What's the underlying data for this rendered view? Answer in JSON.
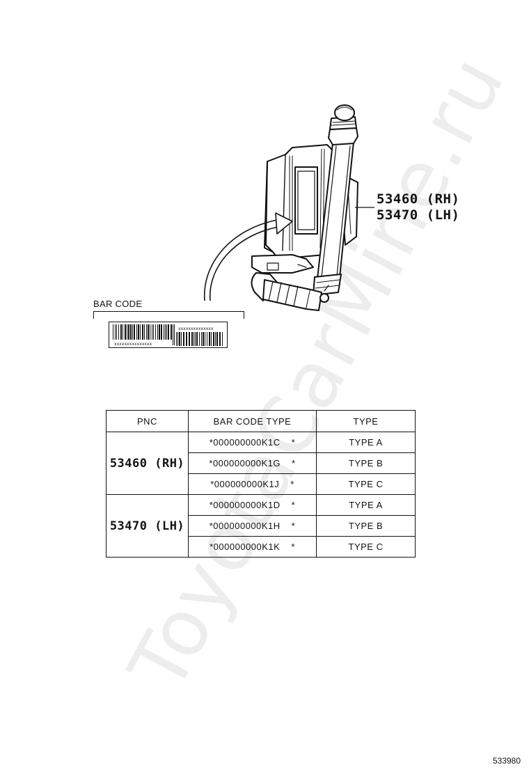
{
  "watermark": "ToyotaCarMine.ru",
  "diagram": {
    "part_labels": [
      "53460 (RH)",
      "53470 (LH)"
    ],
    "barcode_caption": "BAR CODE",
    "barcode_top_text": "xxxxxxxxxxxxxx",
    "barcode_bottom_text": "xxxxxxxxxxxxxxx"
  },
  "table": {
    "headers": [
      "PNC",
      "BAR CODE TYPE",
      "TYPE"
    ],
    "groups": [
      {
        "pnc": "53460 (RH)",
        "rows": [
          {
            "barcode": "*000000000K1C",
            "star": "*",
            "type": "TYPE  A"
          },
          {
            "barcode": "*000000000K1G",
            "star": "*",
            "type": "TYPE  B"
          },
          {
            "barcode": "*000000000K1J",
            "star": "*",
            "type": "TYPE  C"
          }
        ]
      },
      {
        "pnc": "53470 (LH)",
        "rows": [
          {
            "barcode": "*000000000K1D",
            "star": "*",
            "type": "TYPE  A"
          },
          {
            "barcode": "*000000000K1H",
            "star": "*",
            "type": "TYPE  B"
          },
          {
            "barcode": "*000000000K1K",
            "star": "*",
            "type": "TYPE  C"
          }
        ]
      }
    ]
  },
  "footer": {
    "diagram_id": "533980"
  }
}
